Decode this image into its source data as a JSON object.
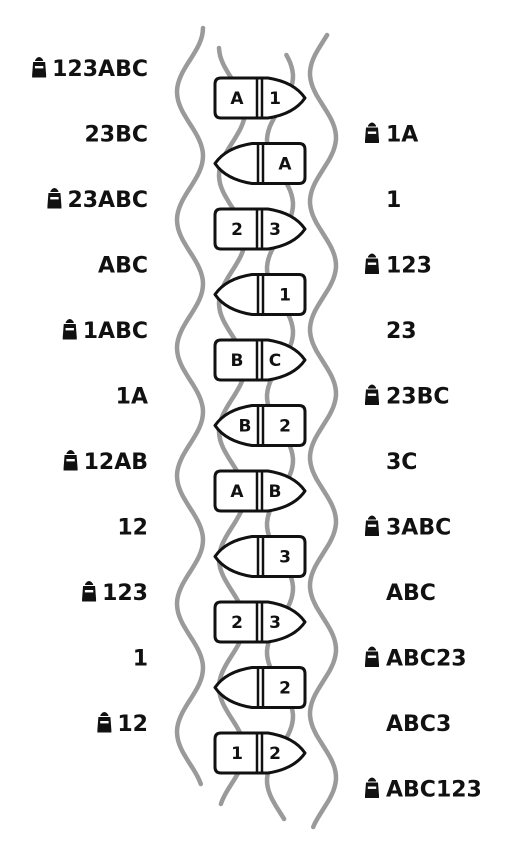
{
  "steps": [
    {
      "left": "123ABC",
      "left_lamp": true,
      "right": "",
      "right_lamp": false,
      "boat": {
        "dir": "right",
        "cells": [
          "A",
          "1"
        ]
      }
    },
    {
      "left": "23BC",
      "left_lamp": false,
      "right": "1A",
      "right_lamp": true,
      "boat": {
        "dir": "left",
        "cells": [
          "",
          "A"
        ]
      }
    },
    {
      "left": "23ABC",
      "left_lamp": true,
      "right": "1",
      "right_lamp": false,
      "boat": {
        "dir": "right",
        "cells": [
          "2",
          "3"
        ]
      }
    },
    {
      "left": "ABC",
      "left_lamp": false,
      "right": "123",
      "right_lamp": true,
      "boat": {
        "dir": "left",
        "cells": [
          "",
          "1"
        ]
      }
    },
    {
      "left": "1ABC",
      "left_lamp": true,
      "right": "23",
      "right_lamp": false,
      "boat": {
        "dir": "right",
        "cells": [
          "B",
          "C"
        ]
      }
    },
    {
      "left": "1A",
      "left_lamp": false,
      "right": "23BC",
      "right_lamp": true,
      "boat": {
        "dir": "left",
        "cells": [
          "B",
          "2"
        ]
      }
    },
    {
      "left": "12AB",
      "left_lamp": true,
      "right": "3C",
      "right_lamp": false,
      "boat": {
        "dir": "right",
        "cells": [
          "A",
          "B"
        ]
      }
    },
    {
      "left": "12",
      "left_lamp": false,
      "right": "3ABC",
      "right_lamp": true,
      "boat": {
        "dir": "left",
        "cells": [
          "",
          "3"
        ]
      }
    },
    {
      "left": "123",
      "left_lamp": true,
      "right": "ABC",
      "right_lamp": false,
      "boat": {
        "dir": "right",
        "cells": [
          "2",
          "3"
        ]
      }
    },
    {
      "left": "1",
      "left_lamp": false,
      "right": "ABC23",
      "right_lamp": true,
      "boat": {
        "dir": "left",
        "cells": [
          "",
          "2"
        ]
      }
    },
    {
      "left": "12",
      "left_lamp": true,
      "right": "ABC3",
      "right_lamp": false,
      "boat": {
        "dir": "right",
        "cells": [
          "1",
          "2"
        ]
      }
    },
    {
      "left": "",
      "left_lamp": false,
      "right": "ABC123",
      "right_lamp": true,
      "boat": null
    }
  ],
  "colors": {
    "ink": "#111111",
    "river": "#9a9a9a",
    "background": "#ffffff"
  },
  "icons": {
    "lamp": "lantern-icon",
    "boat": "boat-icon"
  }
}
